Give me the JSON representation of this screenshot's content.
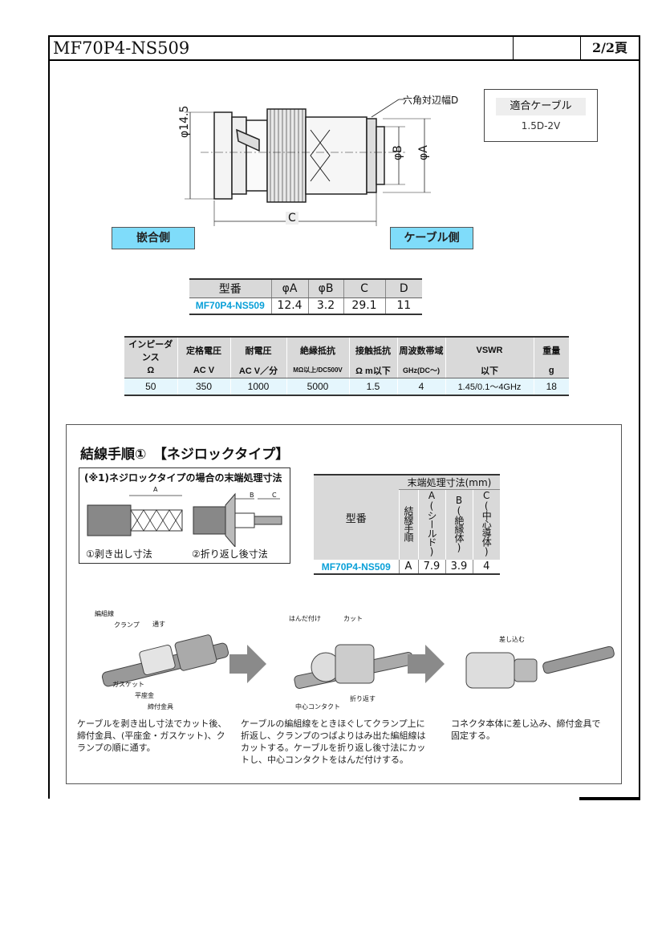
{
  "header": {
    "part_no": "MF70P4-NS509",
    "page": "2/2頁"
  },
  "drawing": {
    "hex_label": "六角対辺幅D",
    "dim_phi145": "φ14.5",
    "dim_phiB": "φB",
    "dim_phiA": "φA",
    "dim_C": "C",
    "mating_side": "嵌合側",
    "cable_side": "ケーブル側"
  },
  "cable": {
    "title": "適合ケーブル",
    "value": "1.5D-2V"
  },
  "dim_table": {
    "headers": [
      "型番",
      "φA",
      "φB",
      "C",
      "D"
    ],
    "row": [
      "MF70P4-NS509",
      "12.4",
      "3.2",
      "29.1",
      "11"
    ]
  },
  "spec_table": {
    "headers": [
      "インピーダンス",
      "定格電圧",
      "耐電圧",
      "絶縁抵抗",
      "接触抵抗",
      "周波数帯域",
      "VSWR",
      "重量"
    ],
    "units": [
      "Ω",
      "AC V",
      "AC V／分",
      "MΩ以上/DC500V",
      "Ω m以下",
      "GHz(DC〜)",
      "以下",
      "g"
    ],
    "row": [
      "50",
      "350",
      "1000",
      "5000",
      "1.5",
      "4",
      "1.45/0.1〜4GHz",
      "18"
    ]
  },
  "procedure": {
    "title": "結線手順①　【ネジロックタイプ】",
    "strip_title": "(※1)ネジロックタイプの場合の末端処理寸法",
    "dim_a": "A",
    "dim_b": "B",
    "dim_c": "C",
    "cap1": "①剥き出し寸法",
    "cap2": "②折り返し後寸法",
    "treat_table": {
      "col_model": "型番",
      "group_header": "末端処理寸法(mm)",
      "col1": "結線手順",
      "col2": "A(シールド)",
      "col3": "B(絶縁体)",
      "col4": "C(中心導体)",
      "row": [
        "MF70P4-NS509",
        "A",
        "7.9",
        "3.9",
        "4"
      ]
    },
    "step1": {
      "labels": [
        "編組線",
        "クランプ",
        "通す",
        "ガスケット",
        "平座金",
        "締付金具"
      ],
      "text": "ケーブルを剥き出し寸法でカット後、締付金具、(平座金・ガスケット)、クランプの順に通す。"
    },
    "step2": {
      "labels": [
        "はんだ付け",
        "カット",
        "中心コンタクト",
        "折り返す"
      ],
      "text": "ケーブルの編組線をときほぐしてクランプ上に折返し、クランプのつばよりはみ出た編組線はカットする。ケーブルを折り返し後寸法にカットし、中心コンタクトをはんだ付けする。"
    },
    "step3": {
      "labels": [
        "差し込む"
      ],
      "text": "コネクタ本体に差し込み、締付金具で固定する。"
    }
  }
}
